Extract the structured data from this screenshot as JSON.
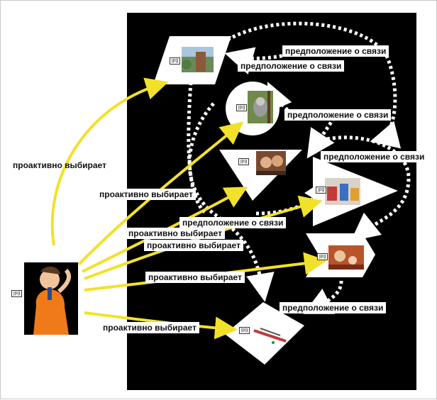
{
  "colors": {
    "panel": "#000000",
    "proactive_arrow": "#f2e12b",
    "relation_arrow": "#ffffff",
    "node_fill": "#ffffff"
  },
  "edge_labels": {
    "proactive": "проактивно выбирает",
    "relation": "предположение о связи"
  },
  "image_tag": "jpg",
  "nodes": [
    {
      "shape": "parallelogram",
      "image": "landscape"
    },
    {
      "shape": "circle",
      "image": "koala"
    },
    {
      "shape": "triangle-down",
      "image": "couple"
    },
    {
      "shape": "triangle-right",
      "image": "parade"
    },
    {
      "shape": "chevron",
      "image": "food"
    },
    {
      "shape": "diamond",
      "image": "tool"
    }
  ]
}
